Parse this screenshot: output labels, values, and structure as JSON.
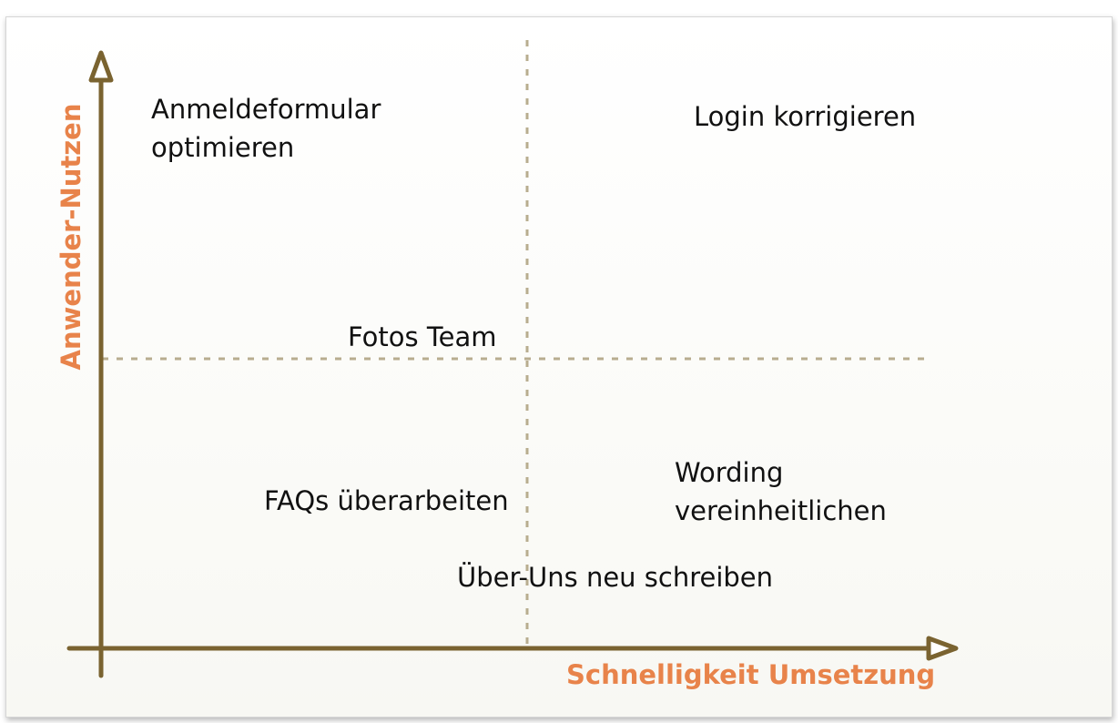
{
  "diagram": {
    "x_axis_title": "Schnelligkeit Umsetzung",
    "y_axis_title": "Anwender-Nutzen",
    "items": [
      {
        "id": "anmeldeformular",
        "label": "Anmeldeformular\noptimieren"
      },
      {
        "id": "login",
        "label": "Login korrigieren"
      },
      {
        "id": "fotos",
        "label": "Fotos Team"
      },
      {
        "id": "wording",
        "label": "Wording\nvereinheitlichen"
      },
      {
        "id": "faqs",
        "label": "FAQs überarbeiten"
      },
      {
        "id": "ueber-uns",
        "label": "Über-Uns neu schreiben"
      }
    ]
  },
  "colors": {
    "axis": "#7a6330",
    "divider": "#b8ad8f",
    "axis_title": "#e8834a",
    "text": "#111111"
  }
}
